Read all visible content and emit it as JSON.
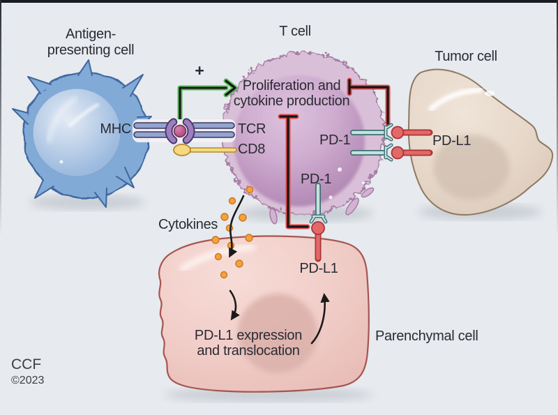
{
  "figure": {
    "type": "medical-illustration",
    "topic": "PD-1 / PD-L1 immune checkpoint signaling between T cell, antigen-presenting cell, tumor cell and parenchymal cell"
  },
  "labels": {
    "apc_line1": "Antigen-",
    "apc_line2": "presenting cell",
    "t_cell": "T cell",
    "tumor_cell": "Tumor cell",
    "parenchymal_cell": "Parenchymal cell",
    "mhc": "MHC",
    "tcr": "TCR",
    "cd8": "CD8",
    "plus_sign": "+",
    "proliferation_line1": "Proliferation and",
    "proliferation_line2": "cytokine production",
    "pd1_tumor": "PD-1",
    "pdl1_tumor": "PD-L1",
    "pd1_parenchymal": "PD-1",
    "pdl1_parenchymal": "PD-L1",
    "cytokines": "Cytokines",
    "pdl1_expression_line1": "PD-L1 expression",
    "pdl1_expression_line2": "and translocation",
    "credit": "CCF",
    "credit_year": "©2023"
  },
  "colors": {
    "background": "#e7eaee",
    "top_bar": "#181d23",
    "text": "#2a2b33",
    "apc_body": "#82aad6",
    "apc_outline": "#40679f",
    "tcell_body": "#d9c0d8",
    "tcell_outline": "#a77ca5",
    "tumor_body": "#e6d7c9",
    "tumor_outline": "#8d785f",
    "parenchymal_body": "#f1cdc8",
    "parenchymal_outline": "#a65550",
    "mhc_tcr_bar": "#94a3cf",
    "receptor_purple": "#9d7fc0",
    "antigen_magenta": "#b04b86",
    "cd8_yellow": "#f6d97e",
    "pd1_teal": "#c6e2de",
    "pdl1_red": "#e36868",
    "cytokine_orange": "#f5a23c",
    "activation_green": "#58b758",
    "inhibition_red": "#e04b4b",
    "arrow_black": "#1a1a1a"
  }
}
